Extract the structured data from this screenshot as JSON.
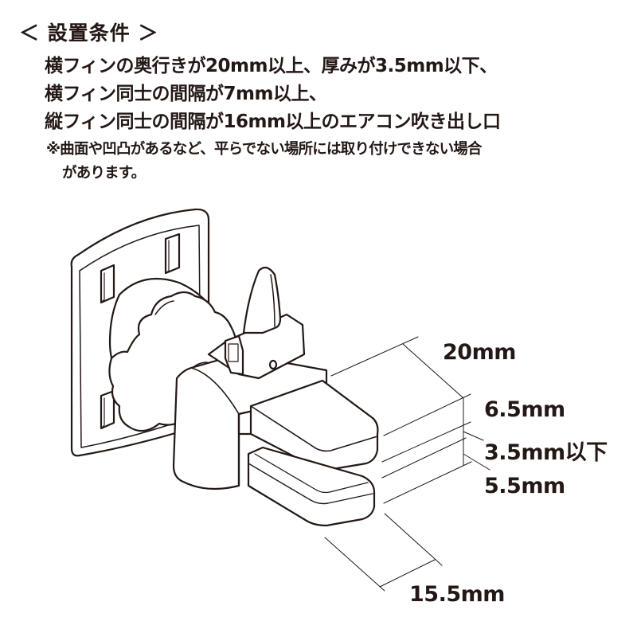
{
  "heading": {
    "title": "＜ 設置条件 ＞"
  },
  "conditions": [
    "横フィンの奥行きが20mm以上、厚みが3.5mm以下、",
    "横フィン同士の間隔が7mm以上、",
    "縦フィン同士の間隔が16mm以上のエアコン吹き出し口"
  ],
  "note": {
    "line1": "※曲面や凹凸があるなど、平らでない場所には取り付けできない場合",
    "line2": "があります。"
  },
  "dimensions": {
    "fin_depth": "20mm",
    "upper_clip_height": "6.5mm",
    "fin_thickness": "3.5mm以下",
    "lower_clip_height": "5.5mm",
    "clip_width": "15.5mm"
  },
  "colors": {
    "ink": "#231815",
    "background": "#ffffff"
  }
}
